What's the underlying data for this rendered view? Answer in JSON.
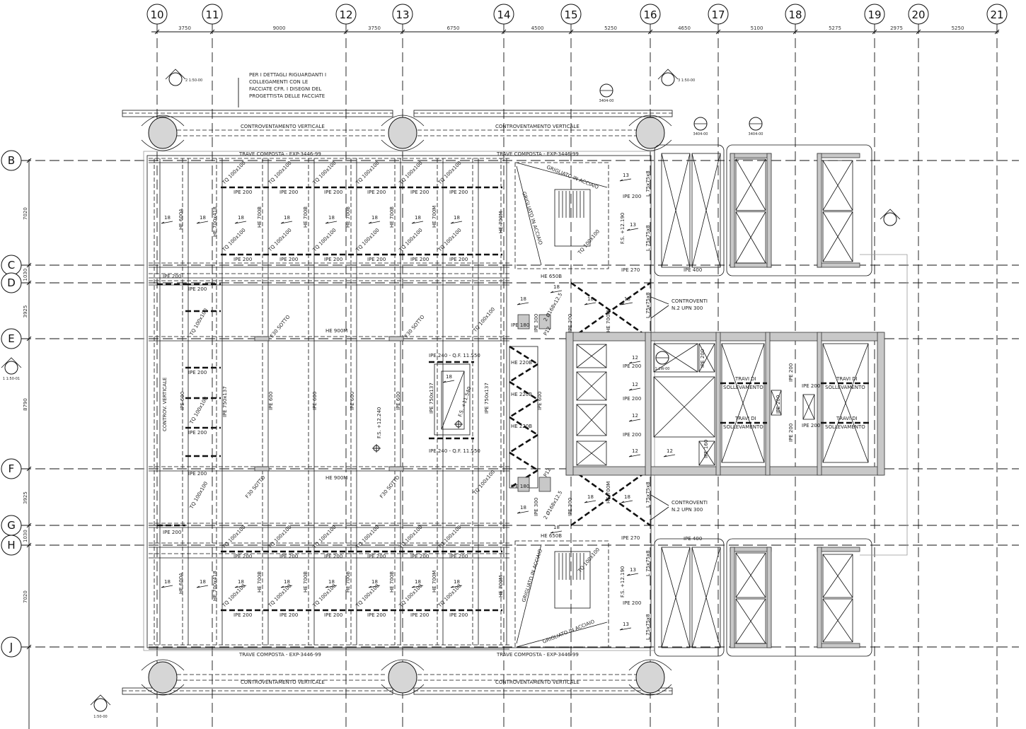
{
  "drawing": {
    "columns": [
      {
        "label": "10"
      },
      {
        "label": "11"
      },
      {
        "label": "12"
      },
      {
        "label": "13"
      },
      {
        "label": "14"
      },
      {
        "label": "15"
      },
      {
        "label": "16"
      },
      {
        "label": "17"
      },
      {
        "label": "18"
      },
      {
        "label": "19"
      },
      {
        "label": "20"
      },
      {
        "label": "21"
      }
    ],
    "column_dims": [
      "3750",
      "9000",
      "3750",
      "6750",
      "4500",
      "5250",
      "4650",
      "5100",
      "5275",
      "2975",
      "5250"
    ],
    "rows": [
      {
        "label": "B"
      },
      {
        "label": "C"
      },
      {
        "label": "D"
      },
      {
        "label": "E"
      },
      {
        "label": "F"
      },
      {
        "label": "G"
      },
      {
        "label": "H"
      },
      {
        "label": "J"
      }
    ],
    "row_dims": [
      "7020",
      "1030",
      "3925",
      "8790",
      "3925",
      "1030",
      "7020"
    ],
    "note": [
      "PER I DETTAGLI RIGUARDANTI I",
      "COLLEGAMENTI CON LE",
      "FACCIATE CFR. I DISEGNI DEL",
      "PROGETTISTA DELLE FACCIATE"
    ],
    "labels": {
      "bracing": "CONTROVENTAMENTO VERTICALE",
      "composite_beam": "TRAVE COMPOSTA - EXP-3446-99",
      "grating": "GRIGLIATO IN ACCIAIO",
      "braces_1": "CONTROVENTI",
      "braces_2": "N.2 UPN 300",
      "he900m": "HE 900M",
      "contr_vert": "CONTROV. VERTICALE",
      "fs_12240": "F.S. +12.240",
      "fs_11540": "F.S. +11.540",
      "fs_12190": "F.S. +12.190",
      "lift_1": "TRAVI DI",
      "lift_2": "SOLLEVAMENTO",
      "ipe400": "IPE 400",
      "ipe270": "IPE 270",
      "ipe240": "IPE 240 - Q.F. 11.550",
      "f30": "F30 SOTTO",
      "ipe200": "IPE 200",
      "tq": "TQ 100x100",
      "span18": "18",
      "span13": "13",
      "span12": "12",
      "he600a": "HE 600A",
      "he700x418": "HE 700x418",
      "he700b": "HE 700B",
      "he700m": "HE 700M",
      "ipe600": "IPE 600",
      "ipe750": "IPE 750x137",
      "l75": "L 75x75x8",
      "ipe300": "IPE 300",
      "ipe180": "IPE 180",
      "ipe160": "IPE 160",
      "he650b": "HE 650B",
      "he220b": "HE 220B",
      "p12": "P12",
      "phi": "2 Ø168x12.5"
    },
    "section_marks": [
      "2\n1:50-00",
      "3\n1:50-00",
      "1\n1:50-01",
      "1:50-00",
      "3404-00",
      "1:2W-00"
    ]
  }
}
